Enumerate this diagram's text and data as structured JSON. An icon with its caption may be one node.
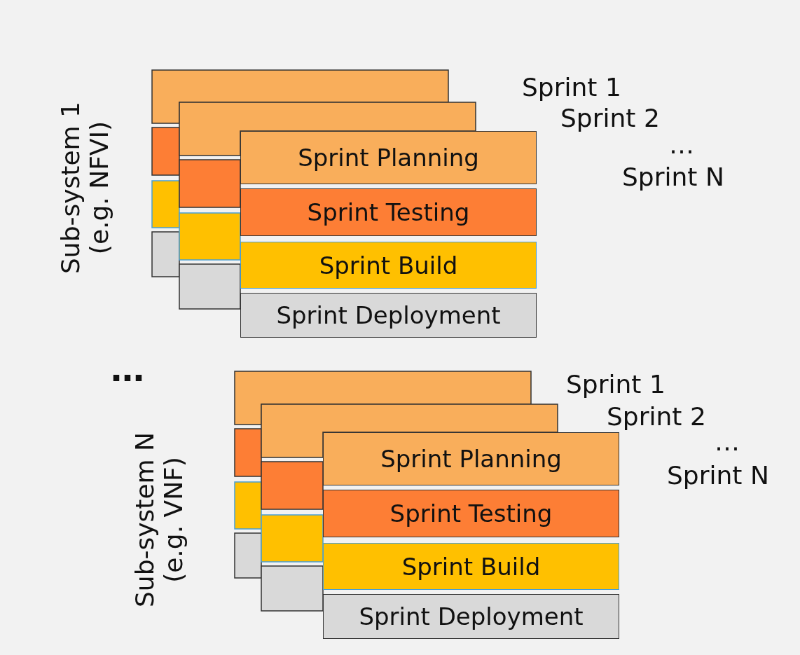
{
  "diagram": {
    "nodes": [
      {
        "text": [],
        "shape": "box"
      },
      {
        "text": [],
        "shape": "box"
      },
      {
        "text": [],
        "shape": "box"
      },
      {
        "text": [],
        "shape": "box"
      },
      {
        "text": [],
        "shape": "box"
      },
      {
        "text": [],
        "shape": "box"
      },
      {
        "text": [],
        "shape": "box"
      },
      {
        "text": [],
        "shape": "box"
      },
      {
        "text": [
          "Sprint Planning"
        ]
      },
      {
        "text": [
          "Sprint Testing"
        ]
      },
      {
        "text": [
          "Sprint Build"
        ]
      },
      {
        "text": [
          "Sprint Deployment"
        ]
      },
      {
        "text": [],
        "shape": "box"
      },
      {
        "text": [],
        "shape": "box"
      },
      {
        "text": [],
        "shape": "box"
      },
      {
        "text": [],
        "shape": "box"
      },
      {
        "text": [],
        "shape": "box"
      },
      {
        "text": [],
        "shape": "box"
      },
      {
        "text": [],
        "shape": "box"
      },
      {
        "text": [],
        "shape": "box"
      },
      {
        "text": [
          "Sprint Planning"
        ]
      },
      {
        "text": [
          "Sprint Testing"
        ]
      },
      {
        "text": [
          "Sprint Build"
        ]
      },
      {
        "text": [
          "Sprint Deployment"
        ]
      }
    ],
    "labels": [
      "Sprint 1",
      "Sprint 2",
      "…",
      "Sprint N",
      "Sub-system 1 (e.g. NFVI)",
      "…",
      "Sprint 1",
      "Sprint 2",
      "…",
      "Sprint N",
      "Sub-system N (e.g. VNF)"
    ]
  }
}
